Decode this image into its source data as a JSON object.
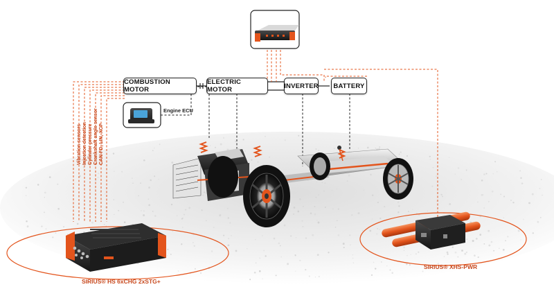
{
  "blocks": {
    "combustion_motor": "COMBUSTION MOTOR",
    "electric_motor": "ELECTRIC MOTOR",
    "inverter": "INVERTER",
    "battery": "BATTERY"
  },
  "engine_ecu_label": "Engine ECU",
  "signals": [
    "Vibration sensors",
    "Injection detection",
    "Cylinder pressure",
    "Crankshaft angle sensor",
    "CAN FD, LIN, XCP"
  ],
  "devices": {
    "left_label": "SIRIUS® HS 6xCHG 2xSTG+",
    "right_label": "SIRIUS® XHS-PWR"
  },
  "colors": {
    "accent": "#e3541c",
    "signal_text": "#c8491e",
    "line_dark": "#222222"
  }
}
